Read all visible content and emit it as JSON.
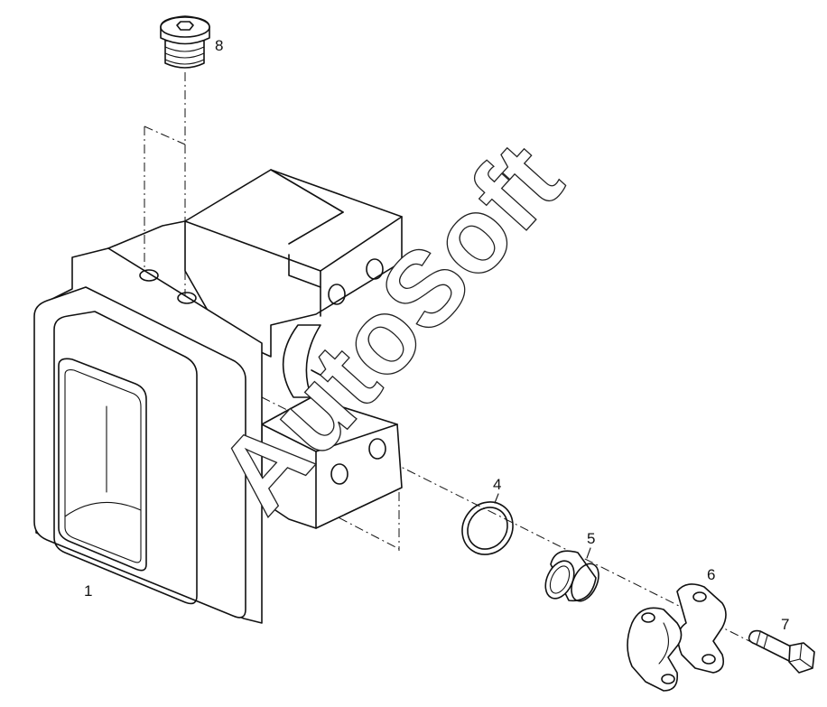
{
  "watermark": "AutoSoft",
  "callouts": {
    "part_1": "1",
    "part_4": "4",
    "part_5": "5",
    "part_6": "6",
    "part_7": "7",
    "part_8": "8"
  }
}
